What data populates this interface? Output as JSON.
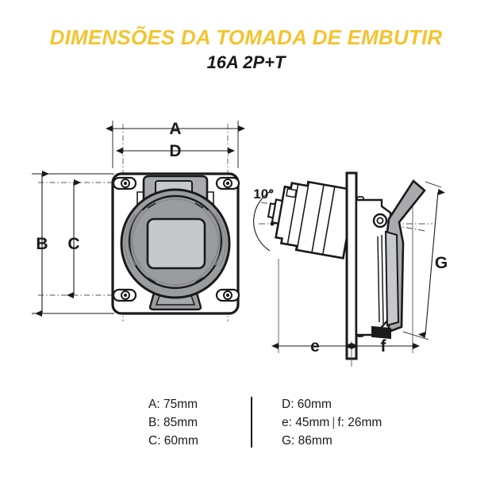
{
  "title": {
    "main": "DIMENSÕES DA TOMADA DE EMBUTIR",
    "sub": "16A 2P+T",
    "accent_color": "#f3c430",
    "text_color": "#1a1a1a"
  },
  "drawing": {
    "views": {
      "front": {
        "name": "front-view",
        "label": "Front view of flush mounting socket"
      },
      "side": {
        "name": "side-view",
        "label": "Side view of flush mounting socket"
      }
    },
    "dimension_labels": {
      "a": "A",
      "b": "B",
      "c": "C",
      "d": "D",
      "e": "e",
      "f": "f",
      "g": "G",
      "angle": "10°"
    },
    "colors": {
      "line": "#1a1a1a",
      "center_panel": "#c6c8cb",
      "disc": "#9a9ca0",
      "disc_dark": "#85878b",
      "body_light": "#ffffff",
      "lid_shade": "#a8aaad",
      "centerline": "#555555"
    }
  },
  "legend": {
    "left": [
      {
        "key": "A",
        "value": "75mm",
        "text": "A: 75mm"
      },
      {
        "key": "B",
        "value": "85mm",
        "text": "B: 85mm"
      },
      {
        "key": "C",
        "value": "60mm",
        "text": "C: 60mm"
      }
    ],
    "right": [
      {
        "key": "D",
        "value": "60mm",
        "text": "D: 60mm"
      },
      {
        "key": "e",
        "value": "45mm",
        "text": "e: 45mm",
        "key2": "f",
        "value2": "26mm",
        "text2": "f: 26mm",
        "separator": "|"
      },
      {
        "key": "G",
        "value": "86mm",
        "text": "G: 86mm"
      }
    ]
  }
}
